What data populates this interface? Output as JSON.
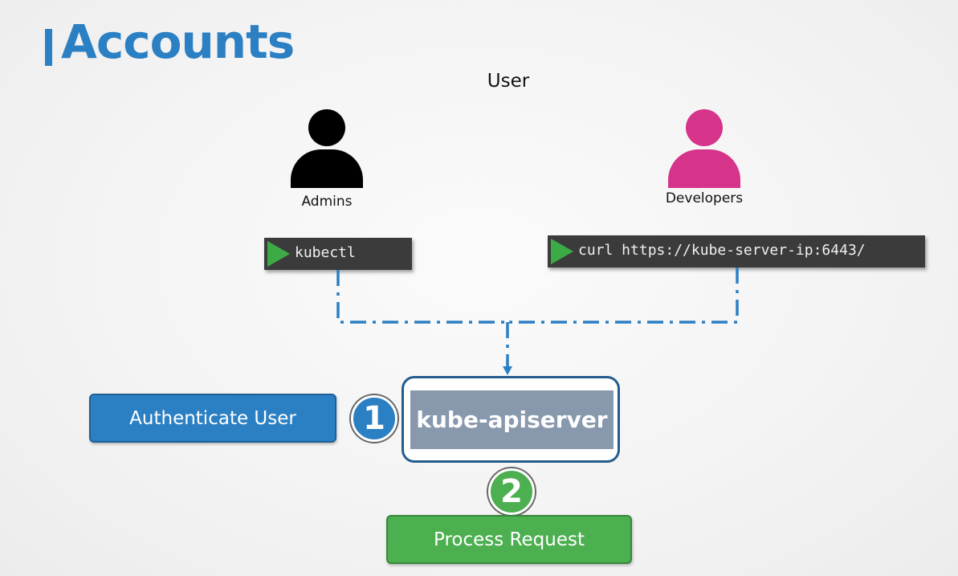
{
  "title": "Accounts",
  "user_label": "User",
  "admins": {
    "label": "Admins",
    "icon": "person-icon",
    "color": "#000000"
  },
  "developers": {
    "label": "Developers",
    "icon": "person-icon",
    "color": "#d6338a"
  },
  "terminals": {
    "kubectl": "kubectl",
    "curl": "curl https://kube-server-ip:6443/"
  },
  "apiserver": {
    "label": "kube-apiserver"
  },
  "steps": {
    "authenticate": {
      "number": "1",
      "label": "Authenticate User"
    },
    "process": {
      "number": "2",
      "label": "Process Request"
    }
  },
  "colors": {
    "accent": "#2b7fc3",
    "green": "#4caf50",
    "connector": "#2b7fc3"
  }
}
